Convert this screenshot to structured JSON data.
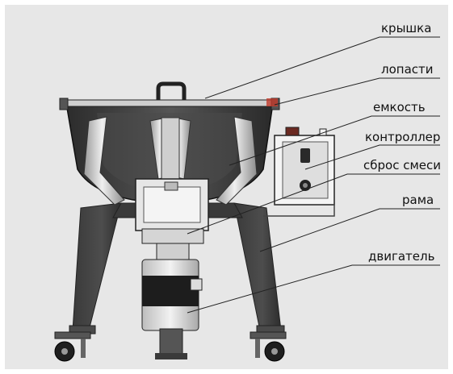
{
  "labels": {
    "lid": "крышка",
    "blades": "лопасти",
    "tank": "емкость",
    "controller": "контроллер",
    "discharge": "сброс смеси",
    "frame": "рама",
    "motor": "двигатель"
  },
  "colors": {
    "background": "#e7e7e7",
    "metal_dark": "#3a3a3a",
    "metal_light": "#d9d9d9",
    "leader_line": "#222222",
    "accent_red": "#c0392b"
  }
}
